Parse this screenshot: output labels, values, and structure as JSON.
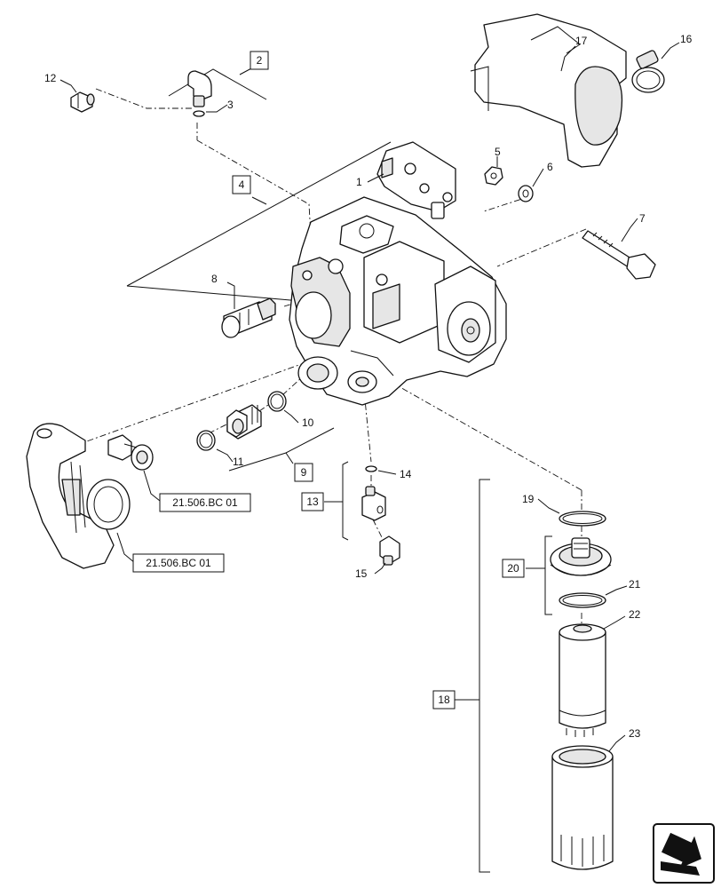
{
  "callouts": {
    "c1": "1",
    "c2": "2",
    "c3": "3",
    "c4": "4",
    "c5": "5",
    "c6": "6",
    "c7": "7",
    "c8": "8",
    "c9": "9",
    "c10": "10",
    "c11": "11",
    "c12": "12",
    "c13": "13",
    "c14": "14",
    "c15": "15",
    "c16": "16",
    "c17": "17",
    "c18": "18",
    "c19": "19",
    "c20": "20",
    "c21": "21",
    "c22": "22",
    "c23": "23"
  },
  "references": {
    "ref_upper": "21.506.BC 01",
    "ref_lower": "21.506.BC 01"
  },
  "icons": {
    "navigation": "next-page-arrow-icon"
  }
}
